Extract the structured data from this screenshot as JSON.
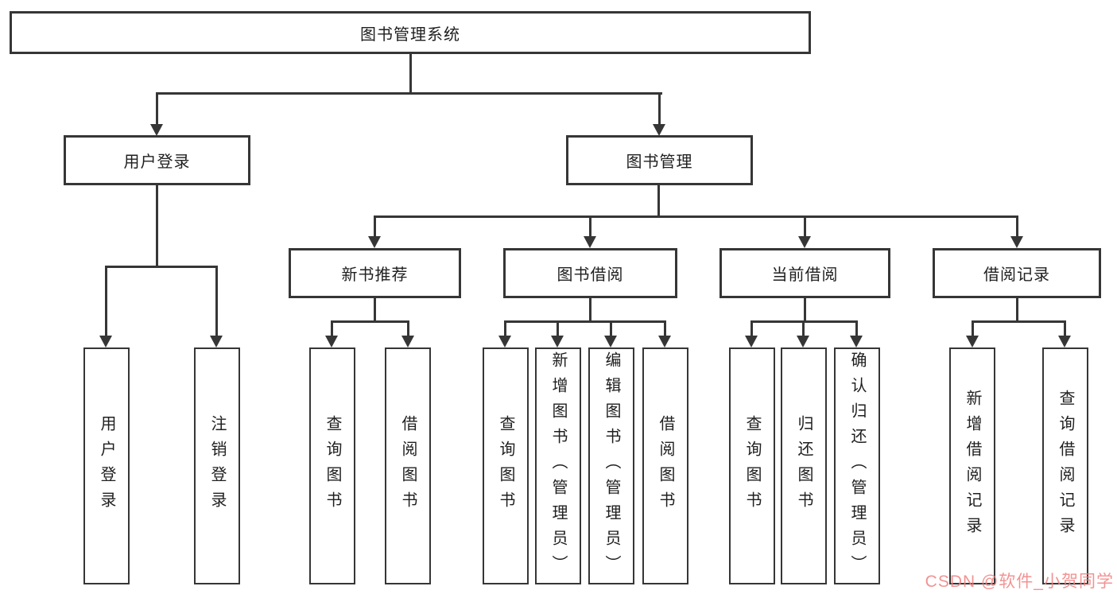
{
  "nodes": {
    "root": "图书管理系统",
    "user_login": "用户登录",
    "book_management": "图书管理",
    "new_book_recommend": "新书推荐",
    "book_borrowing": "图书借阅",
    "current_borrowing": "当前借阅",
    "borrowing_records": "借阅记录",
    "leaf_user_login": "用户登录",
    "leaf_logout": "注销登录",
    "leaf_rec_query_books": "查询图书",
    "leaf_rec_borrow_books": "借阅图书",
    "leaf_bb_query_books": "查询图书",
    "leaf_bb_add_books": "新增图书（管理员）",
    "leaf_bb_edit_books": "编辑图书（管理员）",
    "leaf_bb_borrow_books": "借阅图书",
    "leaf_cb_query_books": "查询图书",
    "leaf_cb_return_books": "归还图书",
    "leaf_cb_confirm_return": "确认归还（管理员）",
    "leaf_br_add_record": "新增借阅记录",
    "leaf_br_query_record": "查询借阅记录"
  },
  "watermark": {
    "text": "CSDN @软件_小贺同学",
    "color": "#F08080"
  },
  "colors": {
    "line": "#363636",
    "box_background": "#FFFFFF",
    "text": "#1F1F1F"
  }
}
